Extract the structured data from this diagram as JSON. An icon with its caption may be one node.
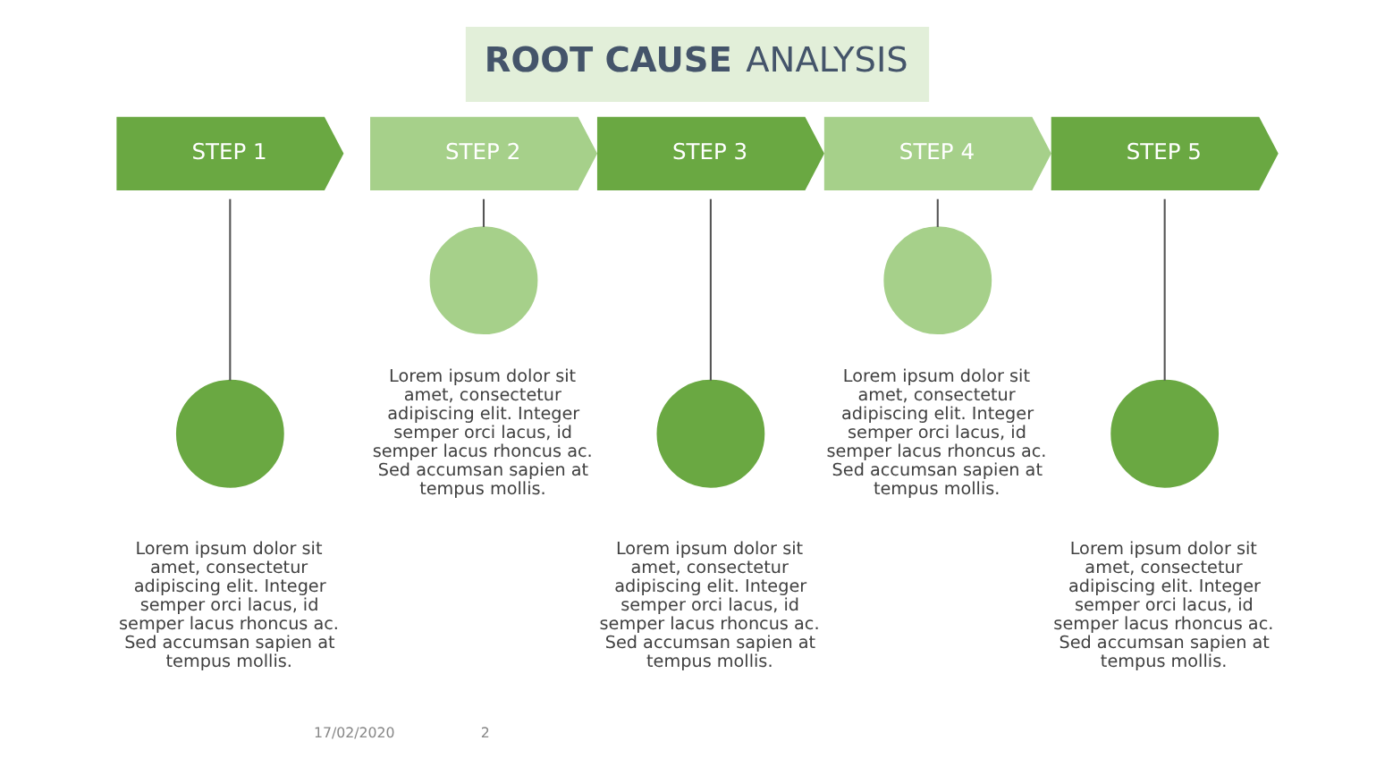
{
  "diagram": {
    "title": "**ROOT CAUSE** ANALYSIS",
    "nodes": [
      {
        "text": [
          "STEP 1"
        ]
      },
      {
        "text": [
          "STEP 2"
        ]
      },
      {
        "text": [
          "STEP 3"
        ]
      },
      {
        "text": [
          "STEP 4"
        ]
      },
      {
        "text": [
          "STEP 5"
        ]
      },
      {
        "text": [],
        "shape": "circle",
        "beside": [
          "Lorem ipsum dolor sit amet, consectetur adipiscing elit. Integer semper orci lacus, id semper lacus rhoncus ac. Sed accumsan sapien at tempus mollis."
        ]
      },
      {
        "text": [],
        "shape": "circle",
        "beside": [
          "Lorem ipsum dolor sit amet, consectetur adipiscing elit. Integer semper orci lacus, id semper lacus rhoncus ac. Sed accumsan sapien at tempus mollis."
        ]
      },
      {
        "text": [],
        "shape": "circle",
        "beside": [
          "Lorem ipsum dolor sit amet, consectetur adipiscing elit. Integer semper orci lacus, id semper lacus rhoncus ac. Sed accumsan sapien at tempus mollis."
        ]
      },
      {
        "text": [],
        "shape": "circle",
        "beside": [
          "Lorem ipsum dolor sit amet, consectetur adipiscing elit. Integer semper orci lacus, id semper lacus rhoncus ac. Sed accumsan sapien at tempus mollis."
        ]
      },
      {
        "text": [],
        "shape": "circle",
        "beside": [
          "Lorem ipsum dolor sit amet, consectetur adipiscing elit. Integer semper orci lacus, id semper lacus rhoncus ac. Sed accumsan sapien at tempus mollis."
        ]
      }
    ],
    "edges": [
      {
        "from": 0,
        "to": 5,
        "arrow": "none"
      },
      {
        "from": 1,
        "to": 6,
        "arrow": "none"
      },
      {
        "from": 2,
        "to": 7,
        "arrow": "none"
      },
      {
        "from": 3,
        "to": 8,
        "arrow": "none"
      },
      {
        "from": 4,
        "to": 9,
        "arrow": "none"
      }
    ],
    "labels": [
      "17/02/2020",
      "2"
    ]
  }
}
